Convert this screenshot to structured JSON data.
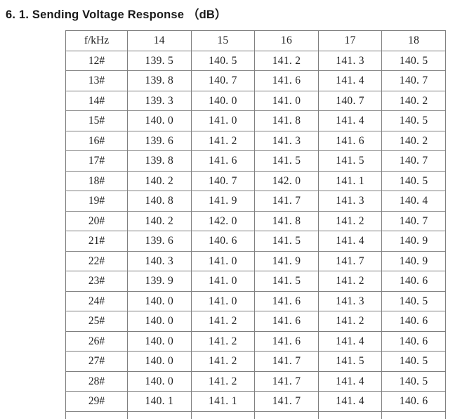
{
  "document": {
    "title": "6. 1. Sending Voltage Response （dB）",
    "border_color": "#7f7f7f",
    "text_color": "#222222",
    "title_color": "#1a1a1a",
    "background": "#ffffff"
  },
  "table": {
    "columns": [
      "f/kHz",
      "14",
      "15",
      "16",
      "17",
      "18"
    ],
    "rows": [
      {
        "label": "12#",
        "values": [
          "139. 5",
          "140. 5",
          "141. 2",
          "141. 3",
          "140. 5"
        ]
      },
      {
        "label": "13#",
        "values": [
          "139. 8",
          "140. 7",
          "141. 6",
          "141. 4",
          "140. 7"
        ]
      },
      {
        "label": "14#",
        "values": [
          "139. 3",
          "140. 0",
          "141. 0",
          "140. 7",
          "140. 2"
        ]
      },
      {
        "label": "15#",
        "values": [
          "140. 0",
          "141. 0",
          "141. 8",
          "141. 4",
          "140. 5"
        ]
      },
      {
        "label": "16#",
        "values": [
          "139. 6",
          "141. 2",
          "141. 3",
          "141. 6",
          "140. 2"
        ]
      },
      {
        "label": "17#",
        "values": [
          "139. 8",
          "141. 6",
          "141. 5",
          "141. 5",
          "140. 7"
        ]
      },
      {
        "label": "18#",
        "values": [
          "140. 2",
          "140. 7",
          "142. 0",
          "141. 1",
          "140. 5"
        ]
      },
      {
        "label": "19#",
        "values": [
          "140. 8",
          "141. 9",
          "141. 7",
          "141. 3",
          "140. 4"
        ]
      },
      {
        "label": "20#",
        "values": [
          "140. 2",
          "142. 0",
          "141. 8",
          "141. 2",
          "140. 7"
        ]
      },
      {
        "label": "21#",
        "values": [
          "139. 6",
          "140. 6",
          "141. 5",
          "141. 4",
          "140. 9"
        ]
      },
      {
        "label": "22#",
        "values": [
          "140. 3",
          "141. 0",
          "141. 9",
          "141. 7",
          "140. 9"
        ]
      },
      {
        "label": "23#",
        "values": [
          "139. 9",
          "141. 0",
          "141. 5",
          "141. 2",
          "140. 6"
        ]
      },
      {
        "label": "24#",
        "values": [
          "140. 0",
          "141. 0",
          "141. 6",
          "141. 3",
          "140. 5"
        ]
      },
      {
        "label": "25#",
        "values": [
          "140. 0",
          "141. 2",
          "141. 6",
          "141. 2",
          "140. 6"
        ]
      },
      {
        "label": "26#",
        "values": [
          "140. 0",
          "141. 2",
          "141. 6",
          "141. 4",
          "140. 6"
        ]
      },
      {
        "label": "27#",
        "values": [
          "140. 0",
          "141. 2",
          "141. 7",
          "141. 5",
          "140. 5"
        ]
      },
      {
        "label": "28#",
        "values": [
          "140. 0",
          "141. 2",
          "141. 7",
          "141. 4",
          "140. 5"
        ]
      },
      {
        "label": "29#",
        "values": [
          "140. 1",
          "141. 1",
          "141. 7",
          "141. 4",
          "140. 6"
        ]
      }
    ]
  }
}
